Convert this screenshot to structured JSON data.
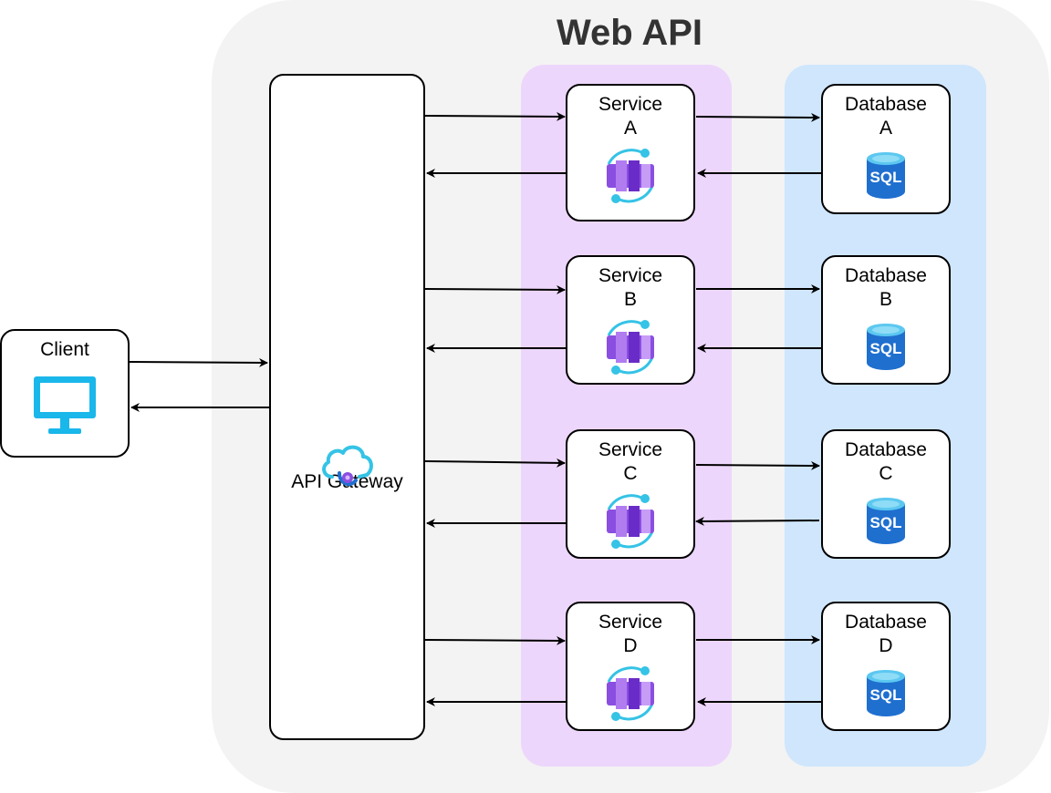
{
  "title": "Web API",
  "client": {
    "label": "Client",
    "icon": "monitor-icon"
  },
  "gateway": {
    "label": "API Gateway",
    "icon": "api-management-cloud-icon"
  },
  "services": [
    {
      "line1": "Service",
      "line2": "A",
      "icon": "container-app-icon"
    },
    {
      "line1": "Service",
      "line2": "B",
      "icon": "container-app-icon"
    },
    {
      "line1": "Service",
      "line2": "C",
      "icon": "container-app-icon"
    },
    {
      "line1": "Service",
      "line2": "D",
      "icon": "container-app-icon"
    }
  ],
  "databases": [
    {
      "line1": "Database",
      "line2": "A",
      "icon_text": "SQL",
      "icon": "sql-database-icon"
    },
    {
      "line1": "Database",
      "line2": "B",
      "icon_text": "SQL",
      "icon": "sql-database-icon"
    },
    {
      "line1": "Database",
      "line2": "C",
      "icon_text": "SQL",
      "icon": "sql-database-icon"
    },
    {
      "line1": "Database",
      "line2": "D",
      "icon_text": "SQL",
      "icon": "sql-database-icon"
    }
  ],
  "colors": {
    "region_bg": "#f3f3f3",
    "services_bg": "#edd6fb",
    "databases_bg": "#cfe6fc",
    "monitor": "#1ab7ea",
    "sql_blue": "#1f6fcf",
    "container_purple": "#8a4fe0",
    "accent_cyan": "#35c3e6"
  }
}
